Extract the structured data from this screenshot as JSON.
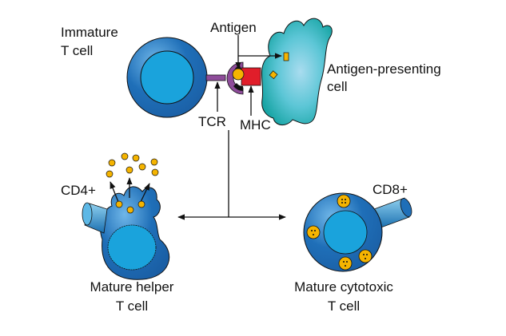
{
  "labels": {
    "immature_line1": "Immature",
    "immature_line2": "T cell",
    "antigen": "Antigen",
    "apc_line1": "Antigen-presenting",
    "apc_line2": "cell",
    "tcr": "TCR",
    "mhc": "MHC",
    "cd4": "CD4+",
    "cd8": "CD8+",
    "helper_line1": "Mature helper",
    "helper_line2": "T cell",
    "cytotoxic_line1": "Mature cytotoxic",
    "cytotoxic_line2": "T cell"
  },
  "colors": {
    "tcell_outer": "#1f6fb8",
    "tcell_inner": "#1aa3dc",
    "apc": "#1aa8a8",
    "apc_center": "#8fd6e8",
    "tcr": "#8e4c9a",
    "mhc": "#e01e2a",
    "antigen": "#f5b400",
    "outline": "#111111"
  }
}
